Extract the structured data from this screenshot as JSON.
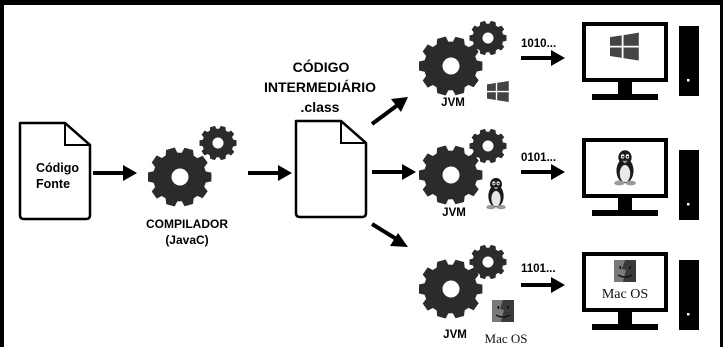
{
  "source": {
    "line1": "Código",
    "line2": "Fonte"
  },
  "compiler": {
    "line1": "COMPILADOR",
    "line2": "(JavaC)"
  },
  "intermediate": {
    "line1": "CÓDIGO",
    "line2": "INTERMEDIÁRIO",
    "line3": ".class"
  },
  "rows": [
    {
      "jvm_label": "JVM",
      "binary": "1010...",
      "platform": "Windows",
      "os_icon": "windows-logo-icon"
    },
    {
      "jvm_label": "JVM",
      "binary": "0101...",
      "platform": "Linux",
      "os_icon": "linux-penguin-icon"
    },
    {
      "jvm_label": "JVM",
      "binary": "1101...",
      "platform": "Mac OS",
      "os_icon": "macos-logo-icon",
      "os_text": "Mac OS"
    }
  ]
}
